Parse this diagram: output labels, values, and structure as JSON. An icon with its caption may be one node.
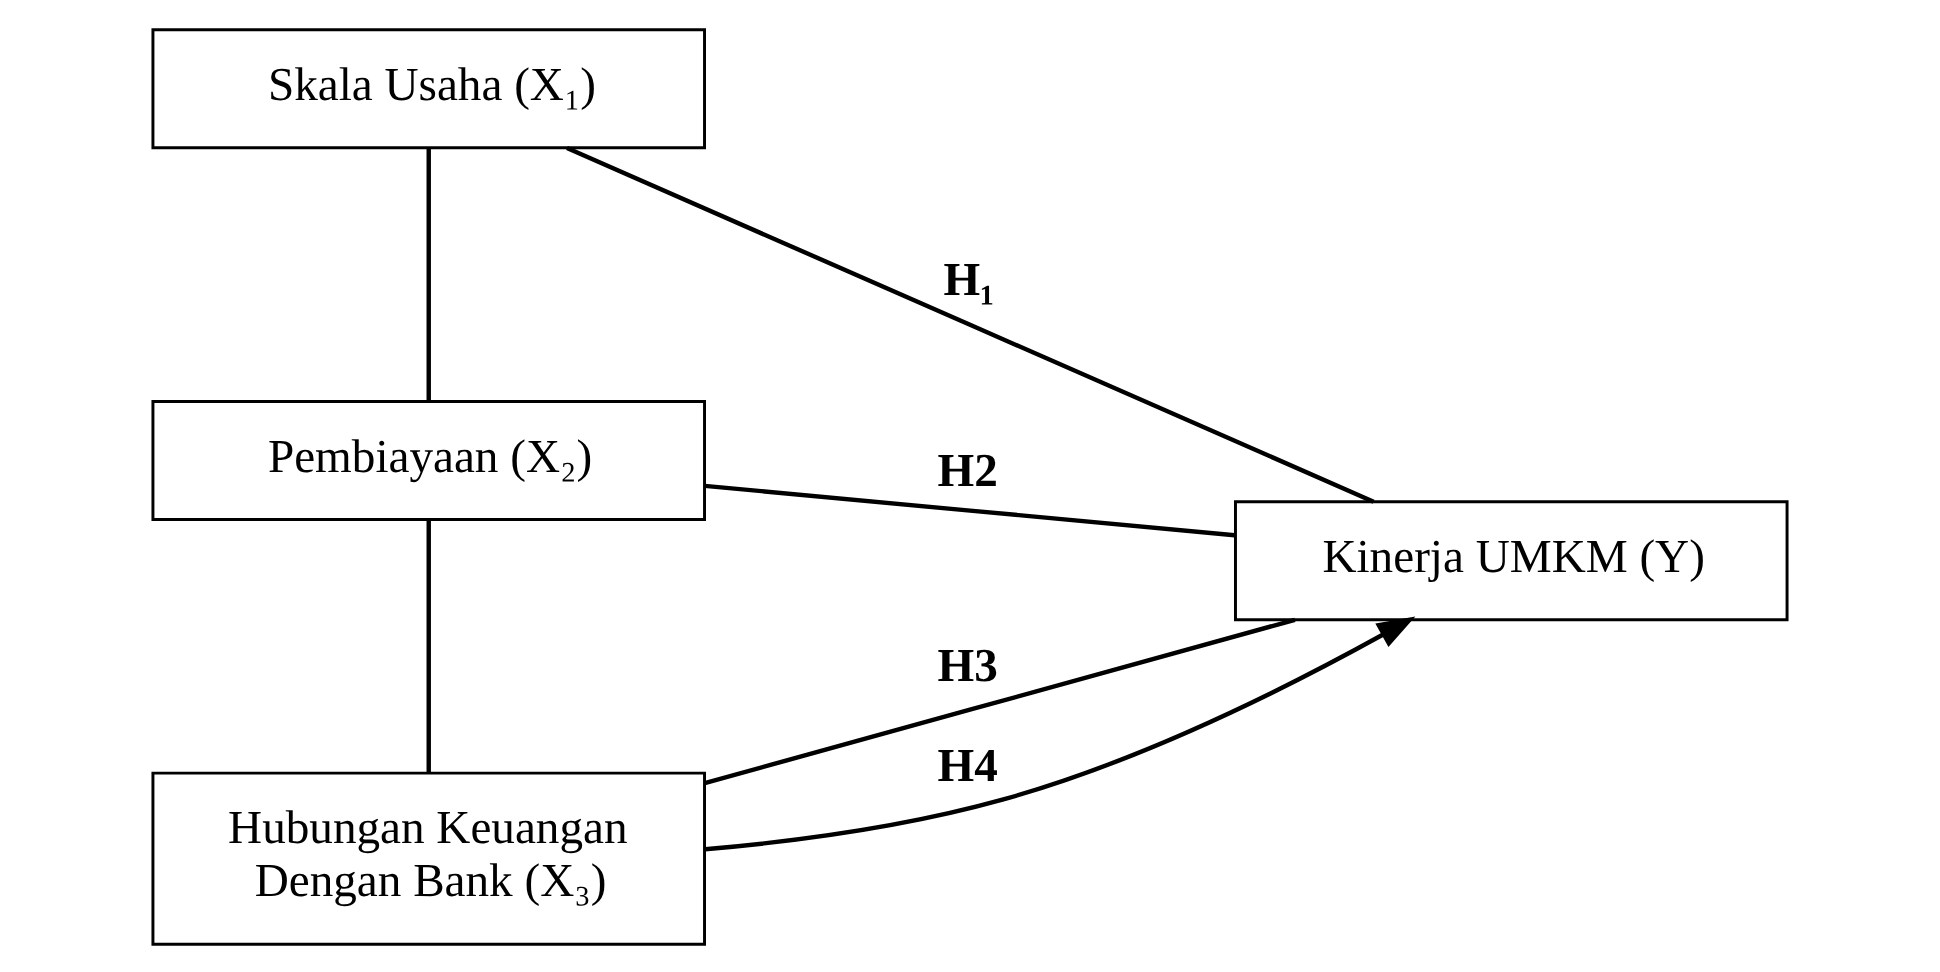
{
  "diagram": {
    "nodes": [
      {
        "text": [
          "Skala Usaha (X₁)"
        ]
      },
      {
        "text": [
          "Pembiayaan (X₂)"
        ]
      },
      {
        "text": [
          "Hubungan Keuangan Dengan Bank (X₃)"
        ]
      },
      {
        "text": [
          "Kinerja UMKM (Y)"
        ]
      }
    ],
    "edges": [
      {
        "from": 0,
        "to": 1,
        "arrow": "none"
      },
      {
        "from": 1,
        "to": 2,
        "arrow": "none"
      },
      {
        "from": 0,
        "to": 3,
        "arrow": "none",
        "label": "H₁"
      },
      {
        "from": 1,
        "to": 3,
        "arrow": "none",
        "label": "H2"
      },
      {
        "from": 2,
        "to": 3,
        "arrow": "none",
        "label": "H3"
      },
      {
        "from": 2,
        "to": 3,
        "arrow": "to",
        "label": "H4"
      }
    ]
  }
}
